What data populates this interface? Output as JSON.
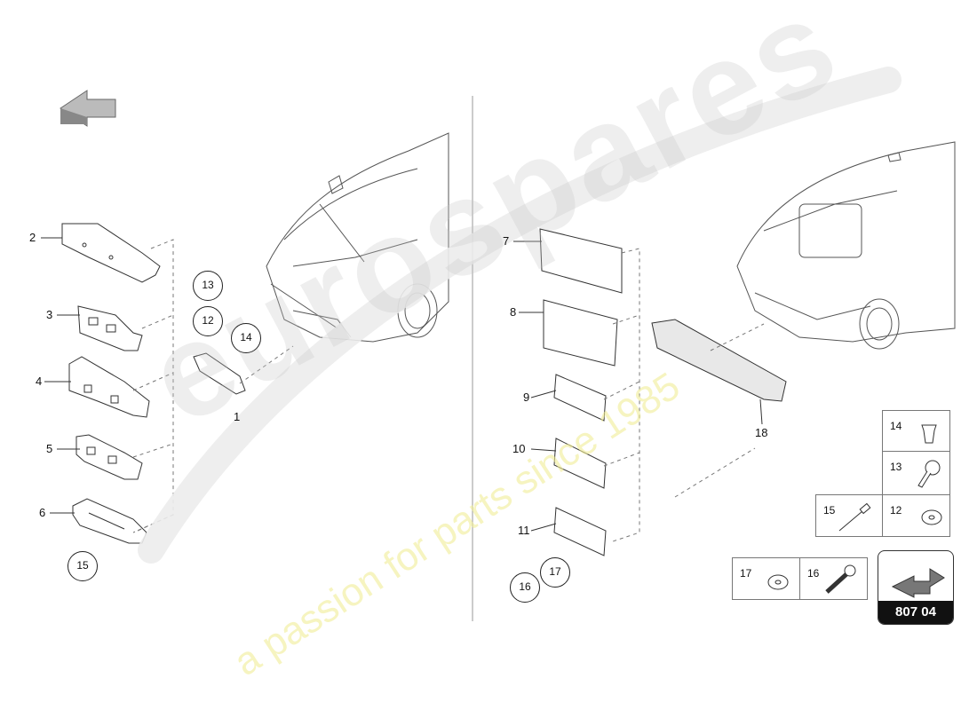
{
  "callouts": {
    "c1": "1",
    "c2": "2",
    "c3": "3",
    "c4": "4",
    "c5": "5",
    "c6": "6",
    "c7": "7",
    "c8": "8",
    "c9": "9",
    "c10": "10",
    "c11": "11",
    "c13": "13",
    "c12": "12",
    "c14": "14",
    "c15": "15",
    "c16": "16",
    "c17": "17",
    "c18": "18"
  },
  "legend": {
    "n14": "14",
    "n13": "13",
    "n15": "15",
    "n12": "12",
    "n17": "17",
    "n16": "16"
  },
  "badge": {
    "code": "807 04"
  },
  "watermark": {
    "brand": "eurospares",
    "tagline": "a passion for parts since 1985"
  },
  "colors": {
    "line": "#333333",
    "watermark": "#e8e8e8",
    "tagline": "#f2f0b8",
    "badge_bg": "#111111"
  }
}
